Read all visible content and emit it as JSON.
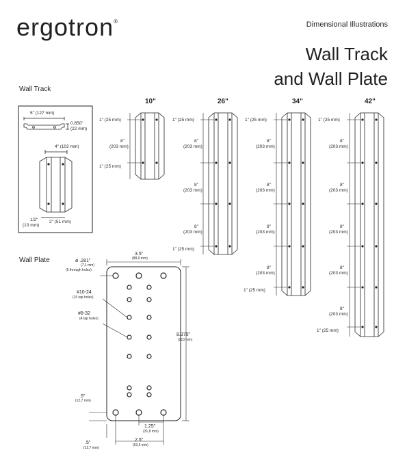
{
  "brand": {
    "name": "ergotron",
    "mark": "®"
  },
  "header": {
    "doc_type": "Dimensional Illustrations",
    "title_line1": "Wall Track",
    "title_line2": "and Wall Plate"
  },
  "wall_track": {
    "section_label": "Wall Track",
    "detail": {
      "width": "5\" (127 mm)",
      "depth": "0.850\"",
      "depth_mm": "(22 mm)",
      "cross_width": "4\" (102 mm)",
      "edge": "1/2\"",
      "edge_mm": "(13 mm)",
      "pitch": "2\" (51 mm)"
    },
    "lengths": [
      "10\"",
      "26\"",
      "34\"",
      "42\""
    ],
    "end_offset": "1\" (25 mm)",
    "spacing_in": "8\"",
    "spacing_mm": "(203 mm)"
  },
  "wall_plate": {
    "section_label": "Wall Plate",
    "hole_dia": "ø .281\"",
    "hole_dia_mm": "(7,1 mm)",
    "hole_note": "(6 through holes)",
    "width": "3.5\"",
    "width_mm": "(88,9 mm)",
    "tap1": "#10-24",
    "tap1_note": "(10 tap holes)",
    "tap2": "#8-32",
    "tap2_note": "(4 tap holes)",
    "height": "8.375\"",
    "height_mm": "(213 mm)",
    "edge_v": ".5\"",
    "edge_v_mm": "(12,7 mm)",
    "edge_h": ".5\"",
    "edge_h_mm": "(12,7 mm)",
    "pitch_small": "1.25\"",
    "pitch_small_mm": "(31,8 mm)",
    "pitch_large": "2.5\"",
    "pitch_large_mm": "(63,5 mm)"
  }
}
